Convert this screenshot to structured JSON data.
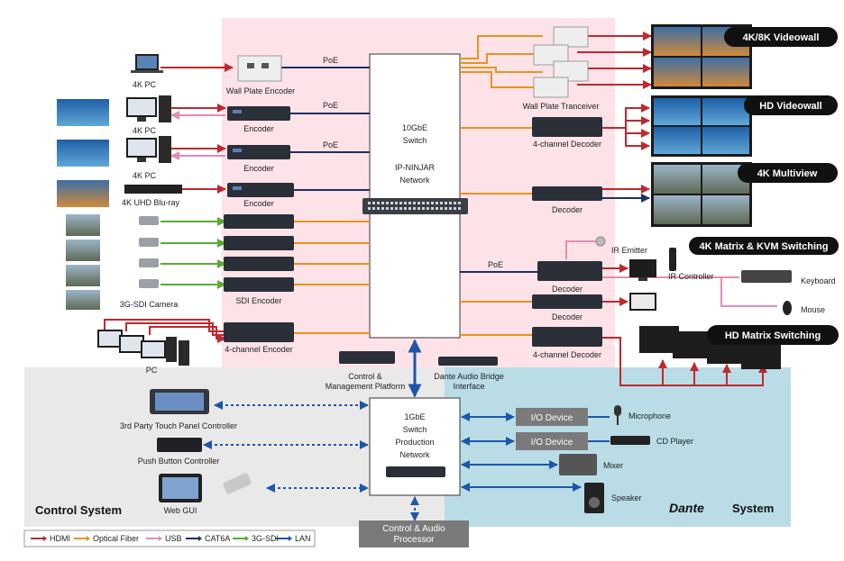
{
  "colors": {
    "hdmi": "#c0282d",
    "fiber": "#e8931f",
    "usb": "#e48bb5",
    "cat6a": "#1e2f63",
    "sdi": "#5aab36",
    "lan": "#1e56a8",
    "pink_zone": "#fde3e8",
    "gray_zone": "#e9e9e9",
    "blue_zone": "#b9dce7",
    "device_dark": "#2b2f38"
  },
  "network_main": {
    "line1": "10GbE",
    "line2": "Switch",
    "line3": "IP-NINJAR",
    "line4": "Network"
  },
  "network_prod": {
    "line1": "1GbE",
    "line2": "Switch",
    "line3": "Production",
    "line4": "Network"
  },
  "sources": {
    "pc1": "4K PC",
    "pc2": "4K PC",
    "pc3": "4K PC",
    "bluray": "4K UHD Blu-ray",
    "camera": "3G-SDI Camera",
    "pc_group": "PC"
  },
  "encoders": {
    "wall_plate": "Wall Plate Encoder",
    "enc1": "Encoder",
    "enc2": "Encoder",
    "enc3": "Encoder",
    "sdi": "SDI Encoder",
    "four_ch": "4-channel Encoder"
  },
  "poe": [
    "PoE",
    "PoE",
    "PoE",
    "PoE"
  ],
  "outputs": {
    "wall_plate_tx": "Wall Plate Tranceiver",
    "dec4ch_top": "4-channel Decoder",
    "decoder1": "Decoder",
    "decoder2": "Decoder",
    "decoder3": "Decoder",
    "dec4ch_bottom": "4-channel Decoder",
    "ir_emitter": "IR Emitter",
    "ir_controller": "IR Controller",
    "keyboard": "Keyboard",
    "mouse": "Mouse"
  },
  "displays": {
    "videowall_4k": "4K/8K Videowall",
    "videowall_hd": "HD Videowall",
    "multiview": "4K Multiview",
    "matrix_kvm": "4K Matrix & KVM Switching",
    "hd_matrix": "HD Matrix Switching"
  },
  "control": {
    "platform_l1": "Control &",
    "platform_l2": "Management Platform",
    "dante_bridge_l1": "Dante Audio Bridge",
    "dante_bridge_l2": "Interface",
    "touch_panel": "3rd Party Touch Panel Controller",
    "push_button": "Push Button Controller",
    "web_gui": "Web GUI",
    "system_title": "Control System",
    "processor_l1": "Control & Audio",
    "processor_l2": "Processor"
  },
  "dante": {
    "io1": "I/O Device",
    "io2": "I/O Device",
    "microphone": "Microphone",
    "cd_player": "CD Player",
    "mixer": "Mixer",
    "speaker": "Speaker",
    "logo": "Dante",
    "system_word": "System"
  },
  "legend": [
    {
      "label": "HDMI",
      "color": "#c0282d"
    },
    {
      "label": "Optical Fiber",
      "color": "#e8931f"
    },
    {
      "label": "USB",
      "color": "#e48bb5"
    },
    {
      "label": "CAT6A",
      "color": "#1e2f63"
    },
    {
      "label": "3G-SDI",
      "color": "#5aab36"
    },
    {
      "label": "LAN",
      "color": "#1e56a8"
    }
  ]
}
